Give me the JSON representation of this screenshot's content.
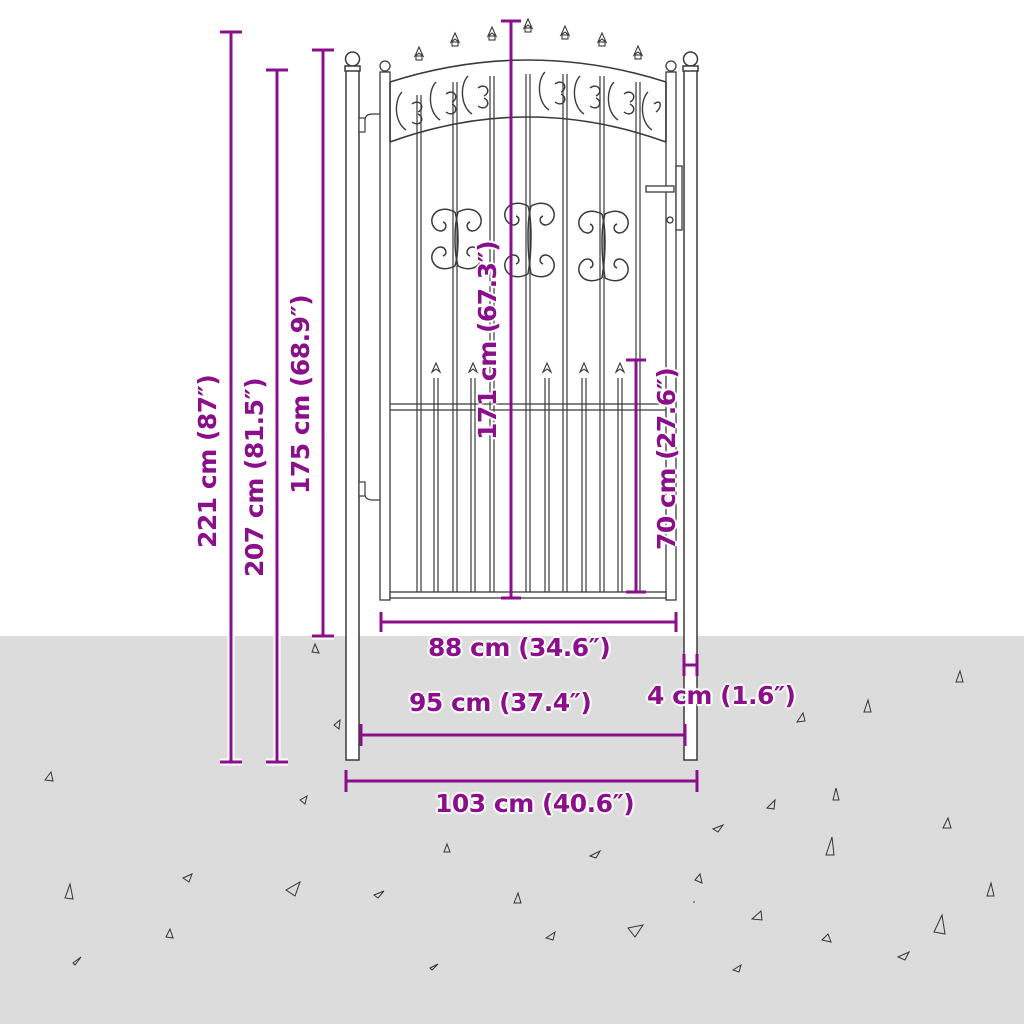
{
  "diagram": {
    "subject": "Garden gate with posts - dimension drawing",
    "colors": {
      "dimension": "#8b0f8b",
      "ground": "#dcdcdc",
      "line_art": "#3a3a3a",
      "background": "#ffffff"
    },
    "dimensions": {
      "total_height": "221 cm (87″)",
      "post_height": "207 cm (81.5″)",
      "gate_height": "175 cm (68.9″)",
      "center_height": "171 cm (67.3″)",
      "lower_panel_height": "70 cm (27.6″)",
      "gate_width": "88 cm (34.6″)",
      "inner_width": "95 cm (37.4″)",
      "total_width": "103 cm (40.6″)",
      "post_width": "4 cm (1.6″)"
    }
  }
}
